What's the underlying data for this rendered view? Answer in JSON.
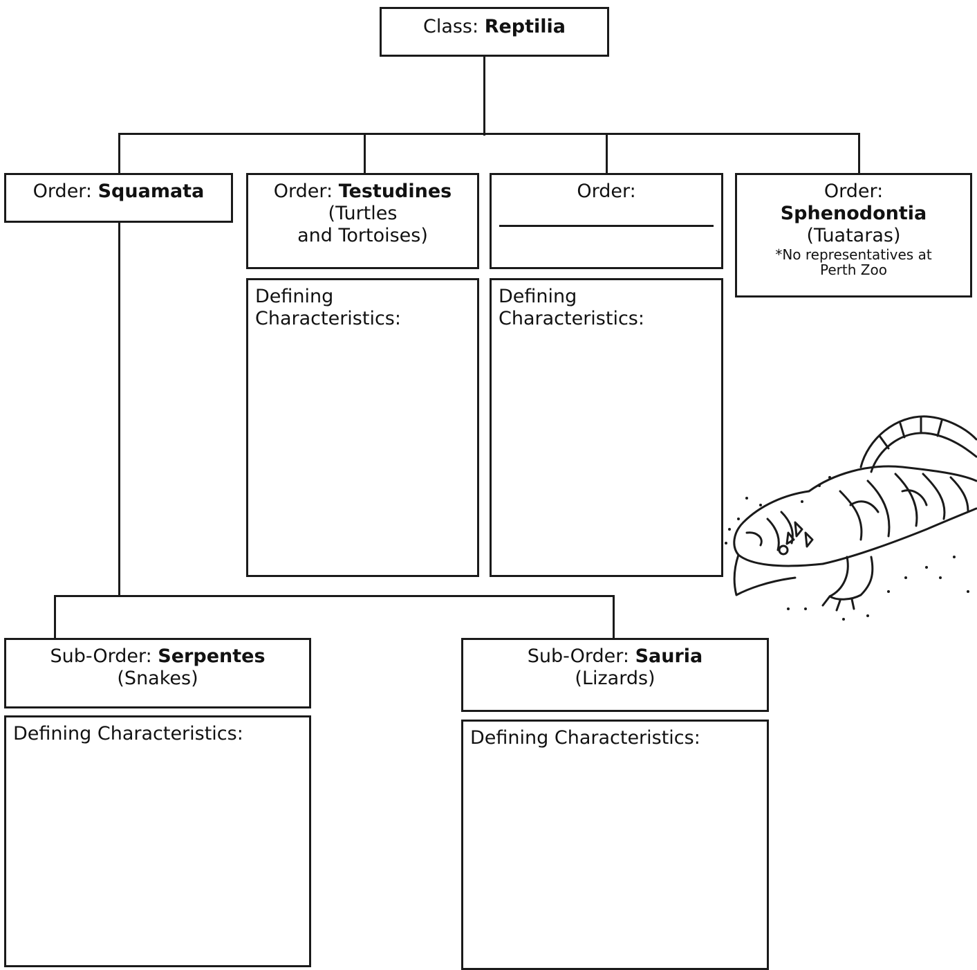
{
  "class_box": {
    "prefix": "Class: ",
    "name": "Reptilia"
  },
  "orders": {
    "squamata": {
      "prefix": "Order: ",
      "name": "Squamata"
    },
    "testudines": {
      "prefix": "Order: ",
      "name": "Testudines",
      "common_line1": "(Turtles",
      "common_line2": "and Tortoises)"
    },
    "unknown": {
      "prefix": "Order:"
    },
    "sphenodontia": {
      "prefix": "Order:",
      "name": "Sphenodontia",
      "common": "(Tuataras)",
      "note_line1": "*No representatives at",
      "note_line2": "Perth Zoo"
    }
  },
  "suborders": {
    "serpentes": {
      "prefix": "Sub-Order: ",
      "name": "Serpentes",
      "common": "(Snakes)"
    },
    "sauria": {
      "prefix": "Sub-Order: ",
      "name": "Sauria",
      "common": "(Lizards)"
    }
  },
  "defining": {
    "line1": "Defining",
    "line2": "Characteristics:",
    "single": "Defining Characteristics:"
  },
  "illustration": {
    "icon": "blue-tongue-lizard-illustration"
  }
}
